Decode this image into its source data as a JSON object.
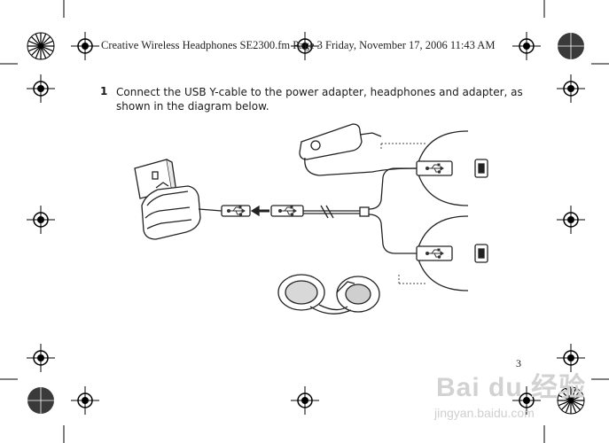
{
  "header": {
    "running_title": "Creative Wireless Headphones SE2300.fm  Page 3  Friday, November 17, 2006  11:43 AM"
  },
  "step": {
    "number": "1",
    "text": "Connect the USB Y-cable to the power adapter, headphones and adapter, as shown in the diagram below."
  },
  "page_number": "3",
  "watermark": {
    "brand": "Bai du 经验",
    "url": "jingyan.baidu.com"
  },
  "icons": [
    "registration-mark-icon",
    "color-bar-icon",
    "usb-symbol-icon",
    "arrow-left-icon"
  ]
}
